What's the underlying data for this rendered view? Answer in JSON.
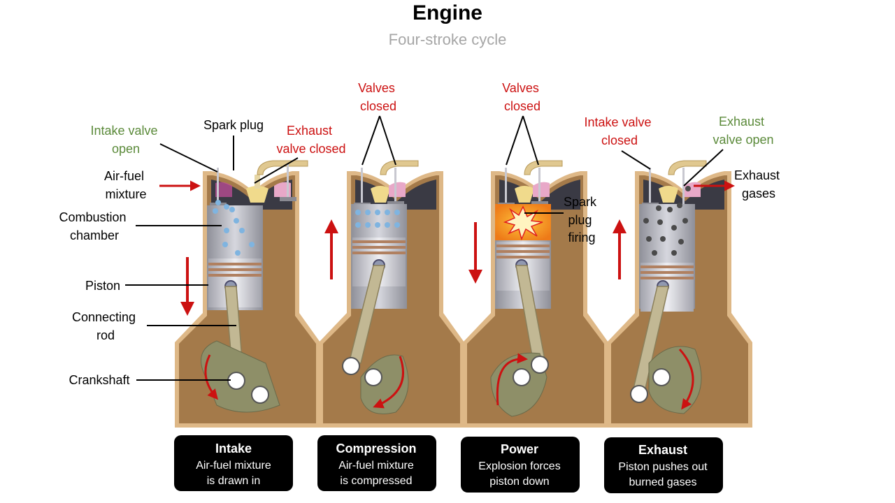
{
  "header": {
    "title": "Engine",
    "subtitle": "Four-stroke cycle"
  },
  "labels": {
    "intake_valve_open": [
      "Intake valve",
      "open"
    ],
    "spark_plug": "Spark plug",
    "exhaust_valve_closed": [
      "Exhaust",
      "valve closed"
    ],
    "air_fuel_mixture": [
      "Air-fuel",
      "mixture"
    ],
    "combustion_chamber": [
      "Combustion",
      "chamber"
    ],
    "piston": "Piston",
    "connecting_rod": [
      "Connecting",
      "rod"
    ],
    "crankshaft": "Crankshaft",
    "valves_closed_compression": [
      "Valves",
      "closed"
    ],
    "valves_closed_power": [
      "Valves",
      "closed"
    ],
    "spark_plug_firing": [
      "Spark",
      "plug",
      "firing"
    ],
    "intake_valve_closed": [
      "Intake valve",
      "closed"
    ],
    "exhaust_valve_open": [
      "Exhaust",
      "valve open"
    ],
    "exhaust_gases": [
      "Exhaust",
      "gases"
    ]
  },
  "strokes": [
    {
      "title": "Intake",
      "desc": [
        "Air-fuel mixture",
        "is drawn in"
      ]
    },
    {
      "title": "Compression",
      "desc": [
        "Air-fuel mixture",
        "is compressed"
      ]
    },
    {
      "title": "Power",
      "desc": [
        "Explosion forces",
        "piston down"
      ]
    },
    {
      "title": "Exhaust",
      "desc": [
        "Piston pushes out",
        "burned gases"
      ]
    }
  ],
  "colors": {
    "block": "#a47a4a",
    "block_dark": "#8b6234",
    "block_frame": "#deb887",
    "cylinder": "#a8a9b2",
    "piston": "#c8c9d1",
    "rod": "#c2b894",
    "crank": "#8e8f68",
    "arrow": "#cc1111",
    "valve_intake": "#5b8a3a",
    "mixture_dot": "#7fb4e0",
    "exhaust_dot": "#4a4a4a",
    "flame": "#f08a1c"
  }
}
